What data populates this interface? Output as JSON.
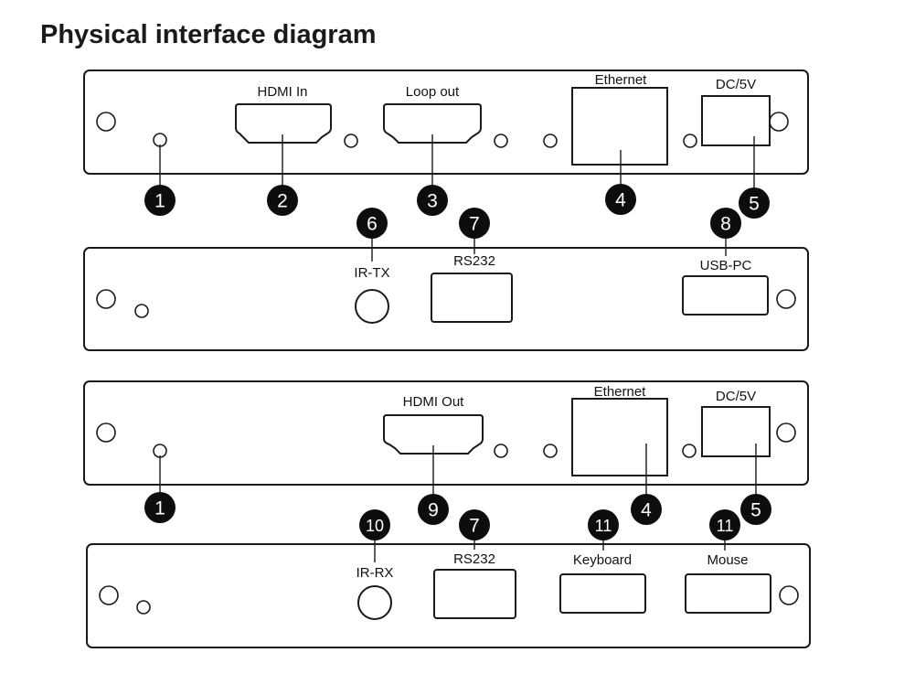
{
  "title": "Physical interface diagram",
  "panels": [
    {
      "id": "tx-front",
      "ports": [
        {
          "label": "HDMI In",
          "callout": "2"
        },
        {
          "label": "Loop out",
          "callout": "3"
        },
        {
          "label": "Ethernet",
          "callout": "4"
        },
        {
          "label": "DC/5V",
          "callout": "5"
        },
        {
          "label": "",
          "callout": "1"
        }
      ]
    },
    {
      "id": "tx-rear",
      "ports": [
        {
          "label": "IR-TX",
          "callout": "6"
        },
        {
          "label": "RS232",
          "callout": "7"
        },
        {
          "label": "USB-PC",
          "callout": "8"
        }
      ]
    },
    {
      "id": "rx-front",
      "ports": [
        {
          "label": "HDMI Out",
          "callout": "9"
        },
        {
          "label": "Ethernet",
          "callout": "4"
        },
        {
          "label": "DC/5V",
          "callout": "5"
        },
        {
          "label": "",
          "callout": "1"
        }
      ]
    },
    {
      "id": "rx-rear",
      "ports": [
        {
          "label": "IR-RX",
          "callout": "10"
        },
        {
          "label": "RS232",
          "callout": "7"
        },
        {
          "label": "Keyboard",
          "callout": "11"
        },
        {
          "label": "Mouse",
          "callout": "11"
        }
      ]
    }
  ]
}
